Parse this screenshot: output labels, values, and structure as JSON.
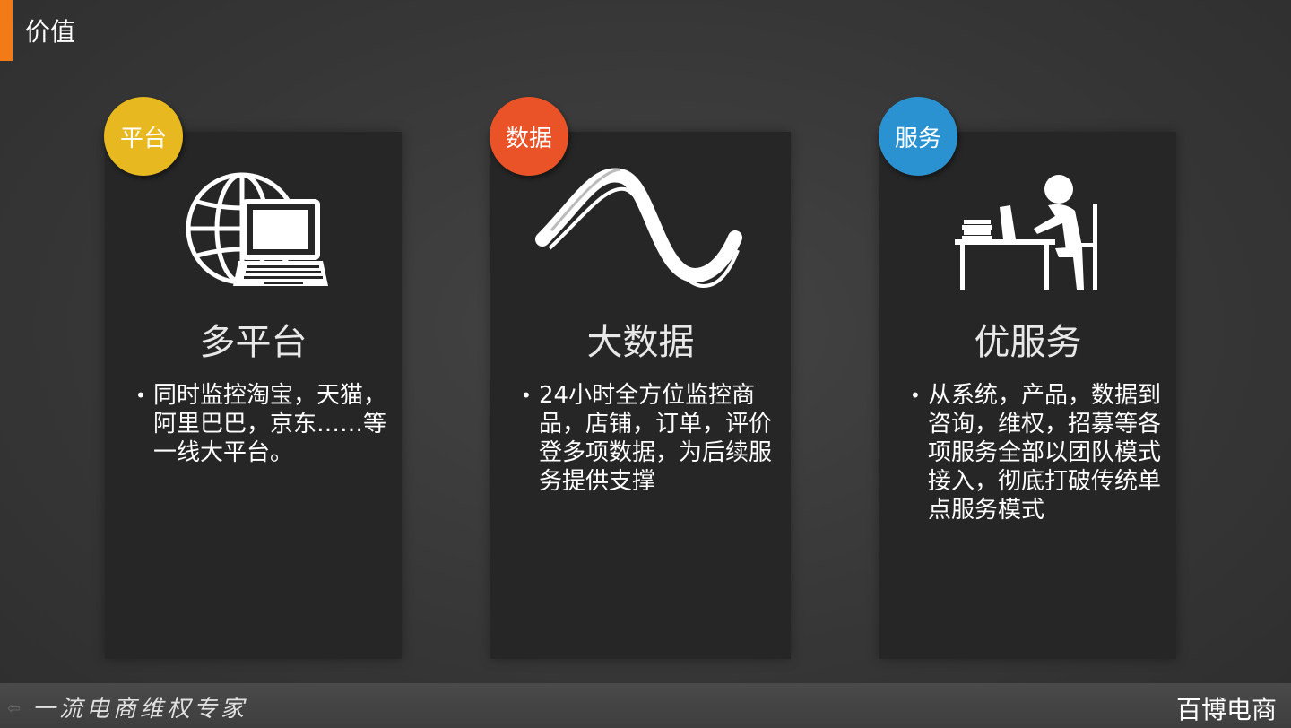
{
  "slide": {
    "title": "价值",
    "accent_color": "#f27a17"
  },
  "cards": [
    {
      "badge": "平台",
      "badge_color": "#e8b820",
      "icon": "globe-laptop-icon",
      "heading": "多平台",
      "bullet": "同时监控淘宝，天猫，阿里巴巴，京东……等一线大平台。"
    },
    {
      "badge": "数据",
      "badge_color": "#ea5328",
      "icon": "wave-ribbon-icon",
      "heading": "大数据",
      "bullet": "24小时全方位监控商品，店铺，订单，评价登多项数据，为后续服务提供支撑"
    },
    {
      "badge": "服务",
      "badge_color": "#2a92d0",
      "icon": "person-at-desk-icon",
      "heading": "优服务",
      "bullet": "从系统，产品，数据到咨询，维权，招募等各项服务全部以团队模式接入，彻底打破传统单点服务模式"
    }
  ],
  "footer": {
    "slogan": "一流电商维权专家",
    "brand": "百博电商",
    "back_icon": "arrow-left-icon"
  }
}
